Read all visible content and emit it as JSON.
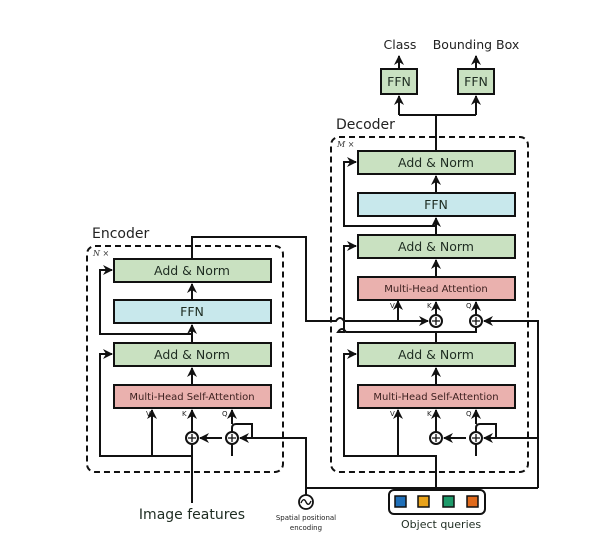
{
  "outputs": {
    "class_label": "Class",
    "bbox_label": "Bounding Box",
    "ffn_class_label": "FFN",
    "ffn_bbox_label": "FFN"
  },
  "encoder": {
    "title": "Encoder",
    "repeat_label": "N ×",
    "add_norm_top": "Add & Norm",
    "ffn": "FFN",
    "add_norm_bottom": "Add & Norm",
    "attention": "Multi-Head  Self-Attention",
    "v_label": "V",
    "k_label": "K",
    "q_label": "Q"
  },
  "decoder": {
    "title": "Decoder",
    "repeat_label": "M ×",
    "add_norm_top": "Add & Norm",
    "ffn": "FFN",
    "add_norm_mid": "Add & Norm",
    "cross_attention": "Multi-Head  Attention",
    "add_norm_bottom": "Add & Norm",
    "self_attention": "Multi-Head  Self-Attention",
    "v_label": "V",
    "k_label": "K",
    "q_label": "Q"
  },
  "inputs": {
    "image_features": "Image features",
    "spatial_line1": "Spatial  positional",
    "spatial_line2": "encoding",
    "object_queries": "Object queries"
  },
  "colors": {
    "add_norm": "#c9e1c1",
    "ffn": "#c8e8ec",
    "attention": "#eab1ae",
    "query_blue": "#1f6fb8",
    "query_orange": "#e8a21a",
    "query_green": "#1e9a6a",
    "query_red": "#e06a1c"
  }
}
